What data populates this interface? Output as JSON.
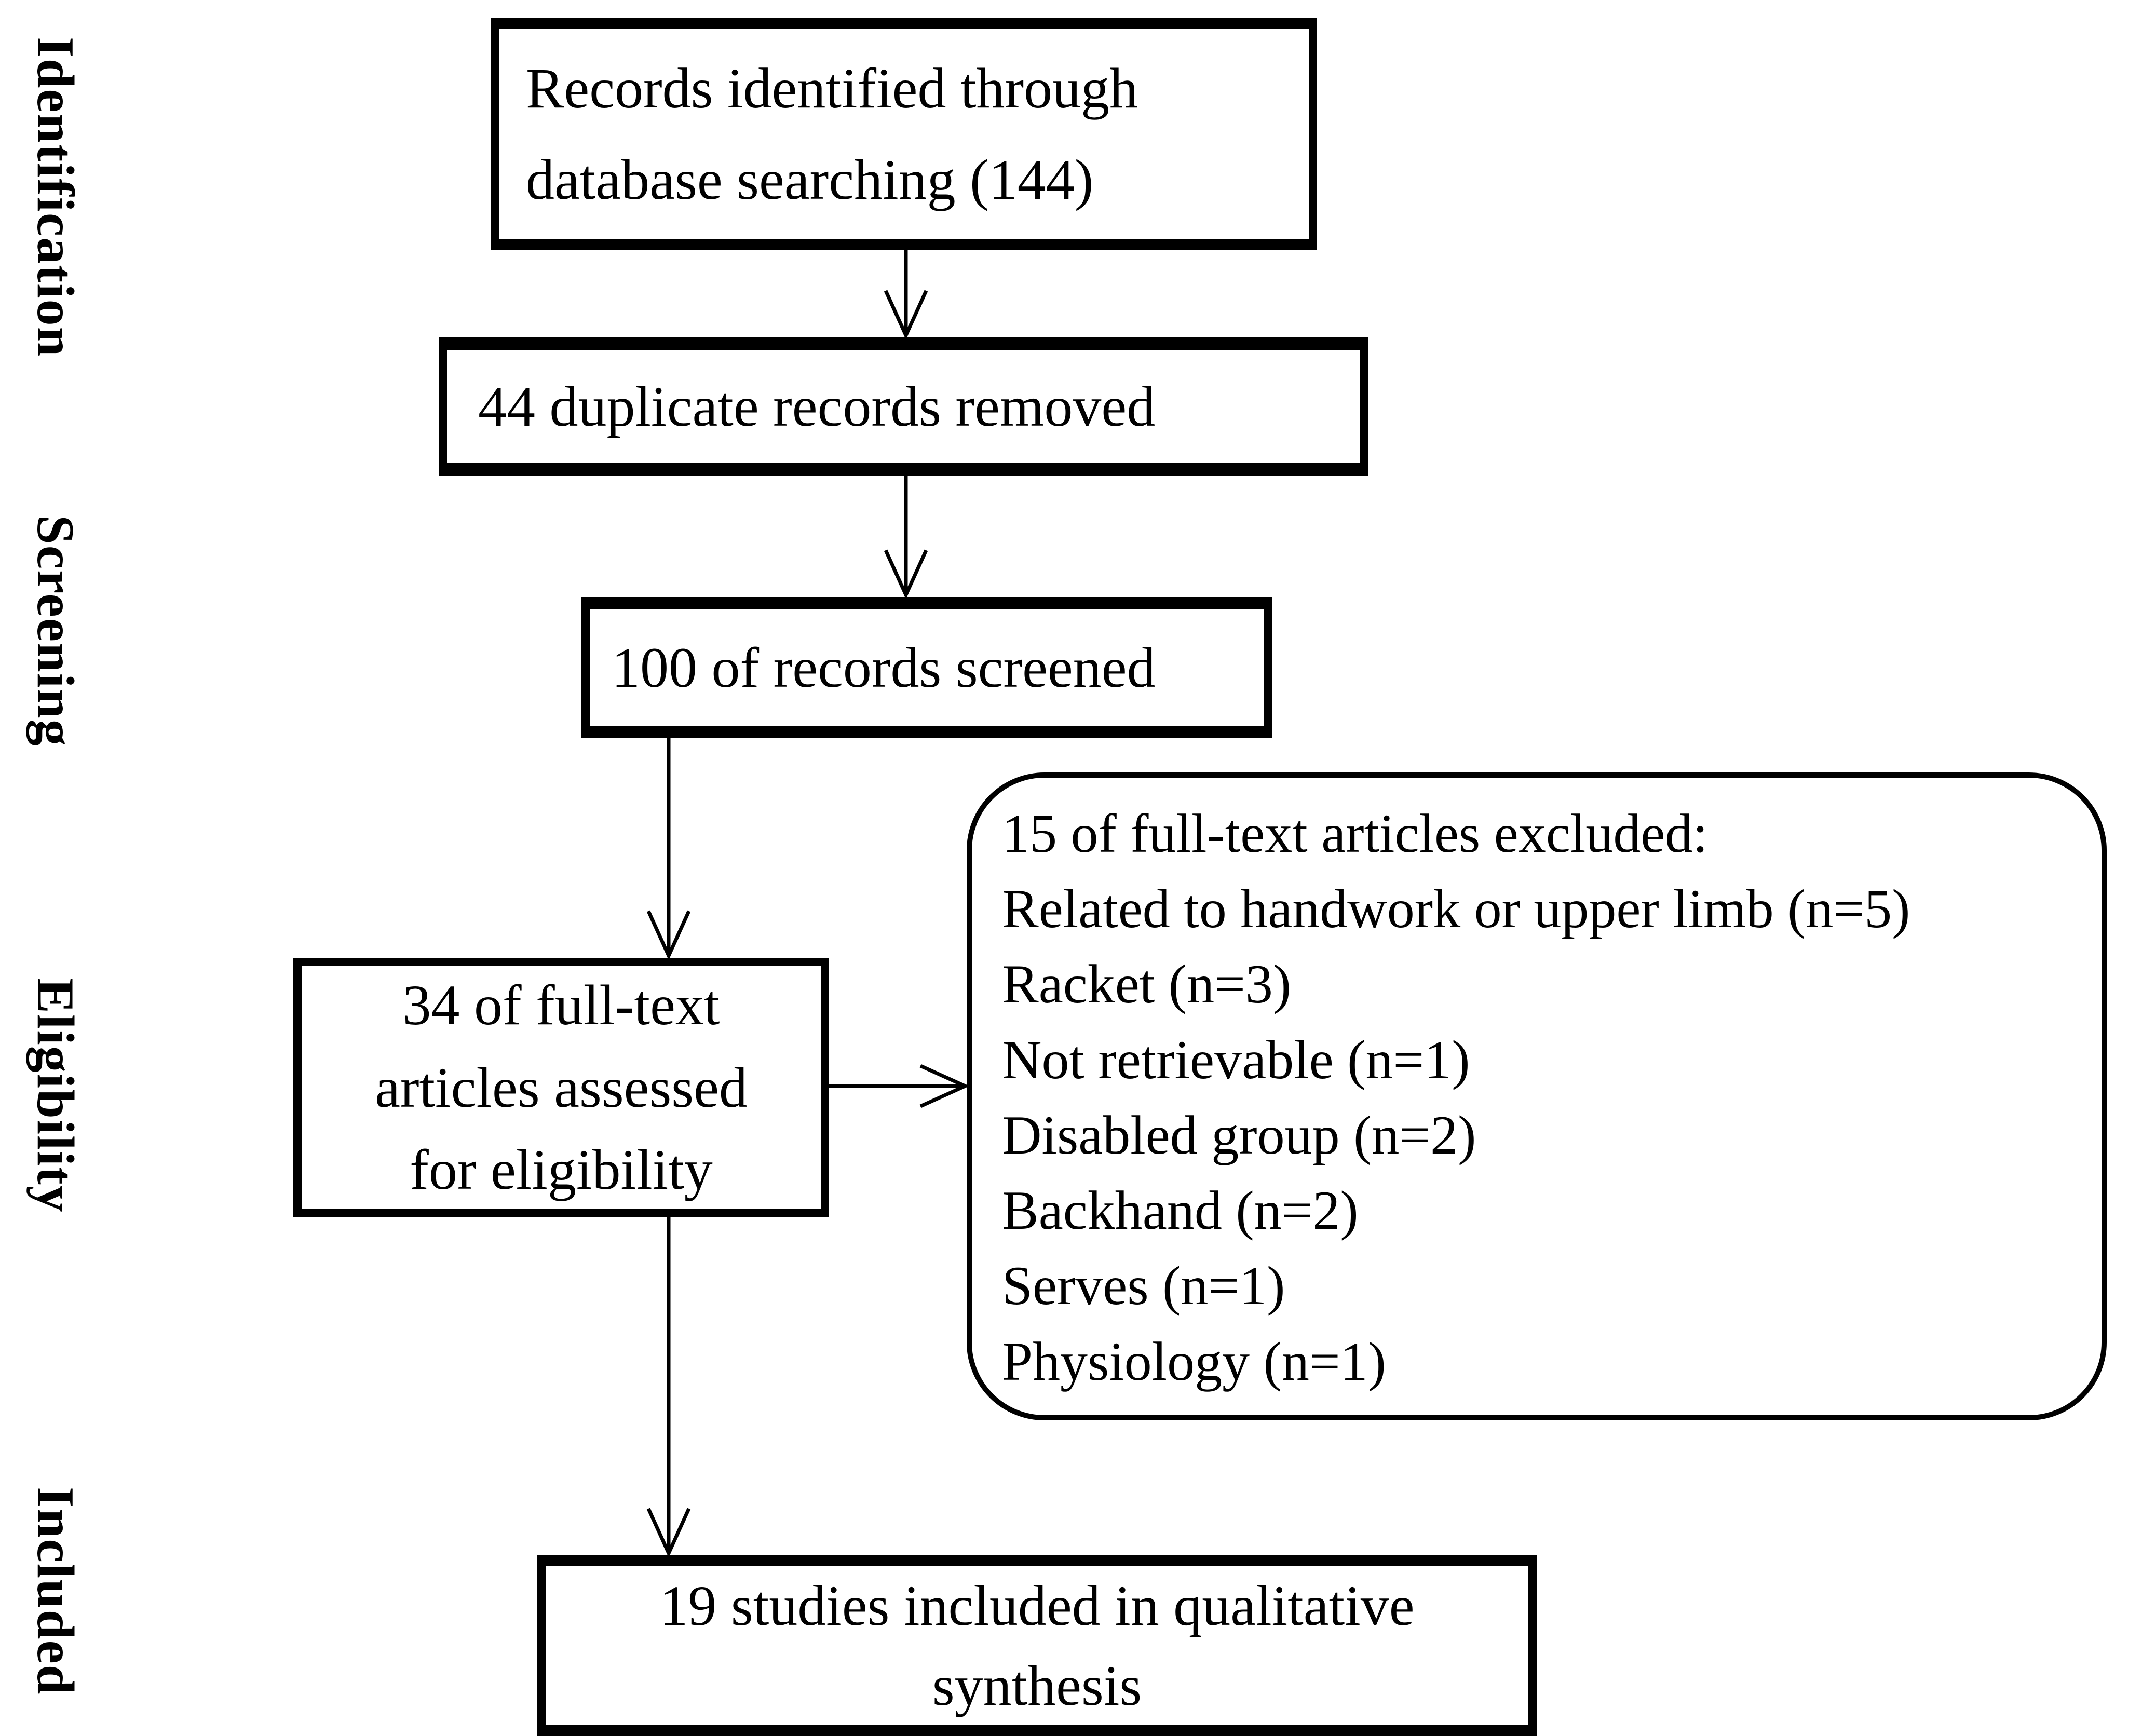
{
  "colors": {
    "ink": "#000000",
    "background": "#ffffff"
  },
  "stages": [
    {
      "id": "identification",
      "label": "Identification"
    },
    {
      "id": "screening",
      "label": "Screening"
    },
    {
      "id": "eligibility",
      "label": "Eligibility"
    },
    {
      "id": "included",
      "label": "Included"
    }
  ],
  "boxes": {
    "records_identified": {
      "lines": [
        "Records identified through",
        "database searching (144)"
      ]
    },
    "duplicates_removed": {
      "lines": [
        "44 duplicate records removed"
      ]
    },
    "records_screened": {
      "lines": [
        "100 of records screened"
      ]
    },
    "fulltext_assessed": {
      "lines": [
        "34 of full-text",
        "articles assessed",
        "for eligibility"
      ]
    },
    "fulltext_excluded": {
      "lines": [
        "15 of full-text articles excluded:",
        "Related to handwork or upper limb (n=5)",
        "Racket (n=3)",
        "Not retrievable (n=1)",
        "Disabled group (n=2)",
        "Backhand (n=2)",
        "Serves (n=1)",
        "Physiology (n=1)"
      ]
    },
    "studies_included": {
      "lines": [
        "19 studies included in qualitative",
        "synthesis"
      ]
    }
  }
}
